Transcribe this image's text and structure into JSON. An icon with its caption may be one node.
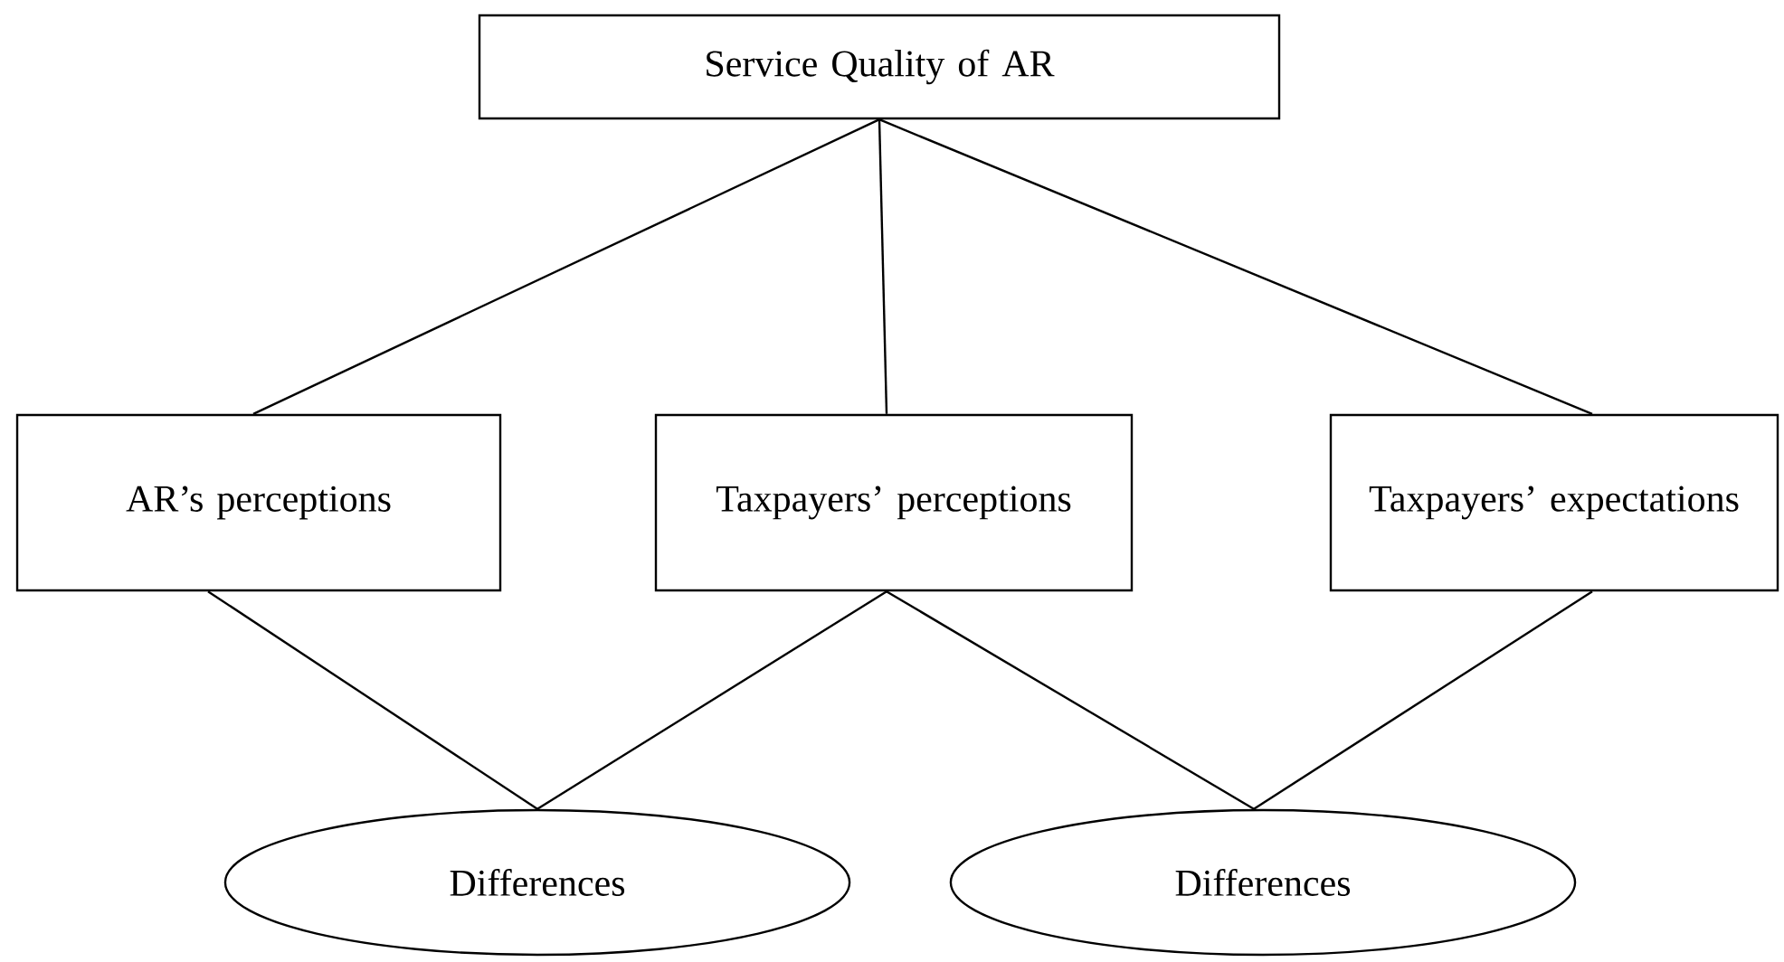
{
  "diagram": {
    "nodes": [
      {
        "text": [
          "Service Quality of AR"
        ]
      },
      {
        "text": [
          "AR’s perceptions"
        ]
      },
      {
        "text": [
          "Taxpayers’ perceptions"
        ]
      },
      {
        "text": [
          "Taxpayers’ expectations"
        ]
      },
      {
        "text": [
          "Differences"
        ]
      },
      {
        "text": [
          "Differences"
        ]
      }
    ],
    "edges": [
      {
        "from": 0,
        "to": 1,
        "arrow": "none"
      },
      {
        "from": 0,
        "to": 2,
        "arrow": "none"
      },
      {
        "from": 0,
        "to": 3,
        "arrow": "none"
      },
      {
        "from": 1,
        "to": 4,
        "arrow": "none"
      },
      {
        "from": 2,
        "to": 4,
        "arrow": "none"
      },
      {
        "from": 2,
        "to": 5,
        "arrow": "none"
      },
      {
        "from": 3,
        "to": 5,
        "arrow": "none"
      }
    ]
  }
}
